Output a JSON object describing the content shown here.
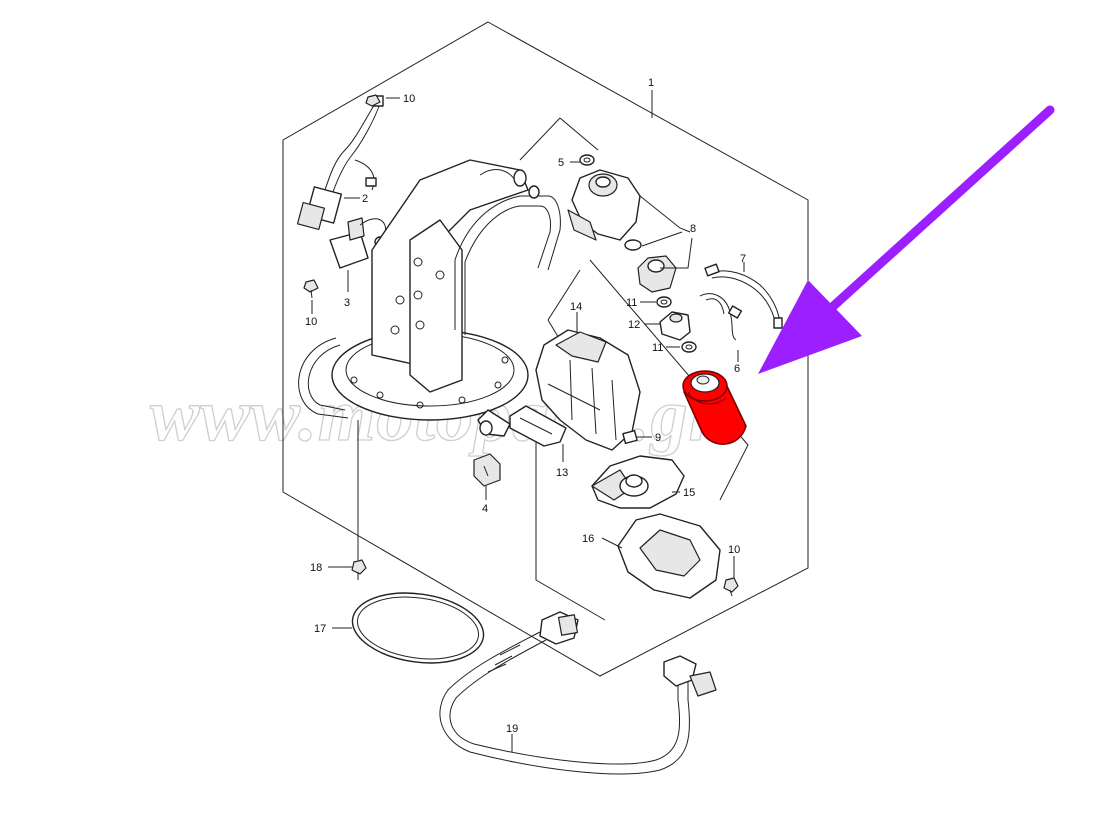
{
  "watermark": "www.motoparts.gr",
  "callouts": [
    {
      "id": "c1",
      "text": "1"
    },
    {
      "id": "c10a",
      "text": "10"
    },
    {
      "id": "c2",
      "text": "2"
    },
    {
      "id": "c3",
      "text": "3"
    },
    {
      "id": "c10b",
      "text": "10"
    },
    {
      "id": "c5",
      "text": "5"
    },
    {
      "id": "c8",
      "text": "8"
    },
    {
      "id": "c7",
      "text": "7"
    },
    {
      "id": "c11a",
      "text": "11"
    },
    {
      "id": "c12",
      "text": "12"
    },
    {
      "id": "c11b",
      "text": "11"
    },
    {
      "id": "c6",
      "text": "6"
    },
    {
      "id": "c14",
      "text": "14"
    },
    {
      "id": "c9",
      "text": "9"
    },
    {
      "id": "c13",
      "text": "13"
    },
    {
      "id": "c15",
      "text": "15"
    },
    {
      "id": "c4",
      "text": "4"
    },
    {
      "id": "c16",
      "text": "16"
    },
    {
      "id": "c10c",
      "text": "10"
    },
    {
      "id": "c18",
      "text": "18"
    },
    {
      "id": "c17",
      "text": "17"
    },
    {
      "id": "c19",
      "text": "19"
    }
  ],
  "highlight": {
    "part": "6",
    "color": "#ff0000"
  },
  "arrow": {
    "color": "#9b1fff",
    "icon": "pointer-arrow-icon"
  }
}
